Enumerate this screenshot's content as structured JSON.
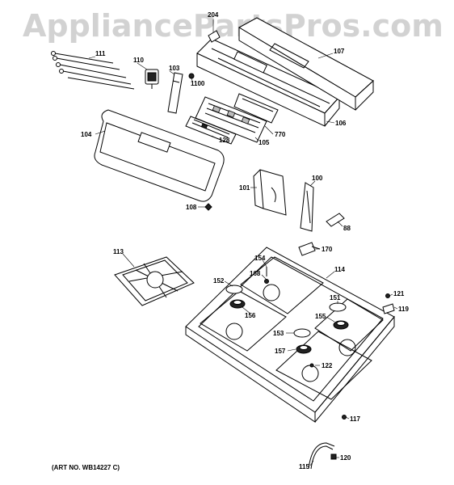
{
  "watermark": "AppliancePartsPros.com",
  "art_number": "(ART NO. WB14227 C)",
  "callouts": {
    "c204": "204",
    "c107": "107",
    "c111": "111",
    "c110": "110",
    "c103": "103",
    "c1100": "1100",
    "c104": "104",
    "c128": "128",
    "c105": "105",
    "c770": "770",
    "c106": "106",
    "c101": "101",
    "c100": "100",
    "c108": "108",
    "c88": "88",
    "c170": "170",
    "c113": "113",
    "c154": "154",
    "c114": "114",
    "c168": "168",
    "c152": "152",
    "c151": "151",
    "c121": "121",
    "c119": "119",
    "c156": "156",
    "c155": "155",
    "c153": "153",
    "c157": "157",
    "c122": "122",
    "c117": "117",
    "c115": "115",
    "c120": "120"
  }
}
